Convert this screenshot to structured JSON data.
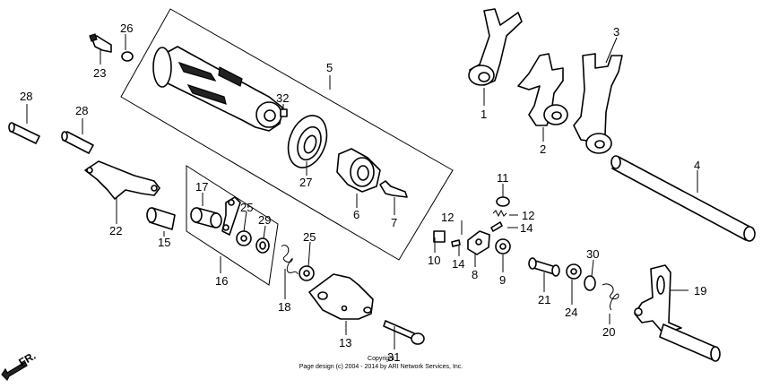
{
  "callouts": {
    "c1": "1",
    "c2": "2",
    "c3": "3",
    "c4": "4",
    "c5": "5",
    "c6": "6",
    "c7": "7",
    "c8": "8",
    "c9": "9",
    "c10": "10",
    "c11": "11",
    "c12a": "12",
    "c12b": "12",
    "c13": "13",
    "c14a": "14",
    "c14b": "14",
    "c15": "15",
    "c16": "16",
    "c17": "17",
    "c18": "18",
    "c19": "19",
    "c20": "20",
    "c21": "21",
    "c22": "22",
    "c23": "23",
    "c24": "24",
    "c25a": "25",
    "c25b": "25",
    "c26": "26",
    "c27": "27",
    "c28a": "28",
    "c28b": "28",
    "c29": "29",
    "c30": "30",
    "c31": "31",
    "c32": "32"
  },
  "direction": "FR.",
  "copyright": {
    "line1": "Copyright",
    "line2": "Page design (c) 2004 - 2014 by ARI Network Services, Inc."
  }
}
